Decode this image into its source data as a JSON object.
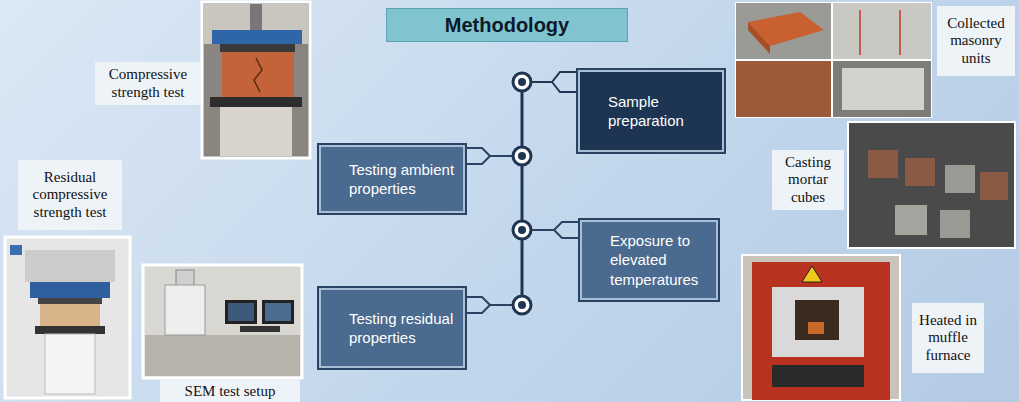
{
  "diagram": {
    "title": "Methodology",
    "nodes": [
      {
        "text": [
          "Compressive strength test"
        ]
      },
      {
        "text": [
          "Sample preparation"
        ]
      },
      {
        "text": [
          "Collected masonry units"
        ]
      },
      {
        "text": [
          "Testing ambient properties"
        ]
      },
      {
        "text": [
          "Casting mortar cubes"
        ]
      },
      {
        "text": [
          "Residual compressive strength test"
        ]
      },
      {
        "text": [
          "Exposure to elevated temperatures"
        ]
      },
      {
        "text": [
          "Testing residual properties"
        ]
      },
      {
        "text": [
          "Heated in muffle furnace"
        ]
      },
      {
        "text": [
          "SEM test setup"
        ]
      }
    ]
  }
}
